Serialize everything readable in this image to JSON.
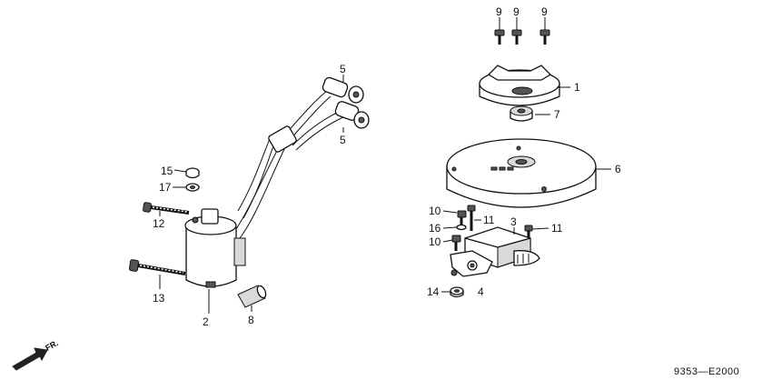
{
  "diagram": {
    "drawing_code": "9353—E2000",
    "direction_label": "FR.",
    "callouts": {
      "c1": "1",
      "c2": "2",
      "c3": "3",
      "c4": "4",
      "c5a": "5",
      "c5b": "5",
      "c6": "6",
      "c7": "7",
      "c8": "8",
      "c9a": "9",
      "c9b": "9",
      "c9c": "9",
      "c10a": "10",
      "c10b": "10",
      "c11a": "11",
      "c11b": "11",
      "c12": "12",
      "c13": "13",
      "c14": "14",
      "c15": "15",
      "c16": "16",
      "c17": "17"
    }
  }
}
